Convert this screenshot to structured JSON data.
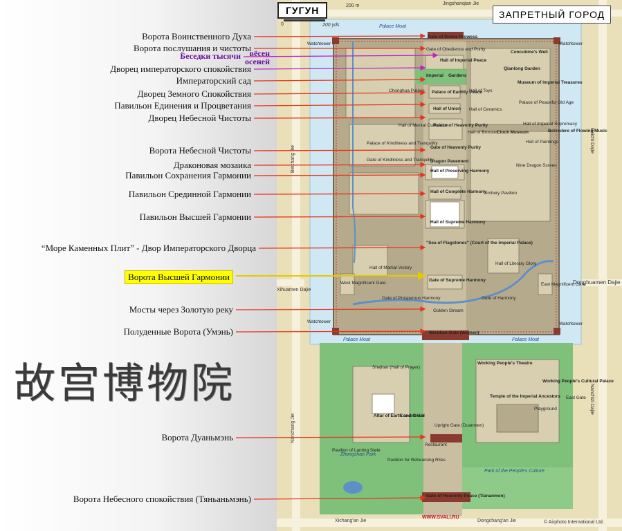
{
  "titles": {
    "gugun": "ГУГУН",
    "forbidden_city": "ЗАПРЕТНЫЙ ГОРОД"
  },
  "scale": {
    "meters": "200 m",
    "yards": "200 yds",
    "zero": "0"
  },
  "calligraphy": "故宫博物院",
  "watermark": "WWW.SVALI.RU",
  "copyright": "© Airphoto International Ltd.",
  "colors": {
    "arrow_red": "#e8331b",
    "arrow_magenta": "#c020c0",
    "arrow_yellow": "#e6c800",
    "moat": "#cfe8f4",
    "park": "#7fc07a",
    "palace_ground": "#b5ab8c",
    "building": "#d8cfb0"
  },
  "labels": [
    {
      "key": "divine_prowess",
      "text": "Ворота Воинственного Духа"
    },
    {
      "key": "obedience",
      "text": "Ворота послушания и чистоты"
    },
    {
      "key": "pavilions",
      "text": "Беседки тысячи"
    },
    {
      "key": "pavilions2",
      "text": "вёсен"
    },
    {
      "key": "pavilions3",
      "text": "осеней"
    },
    {
      "key": "imperial_peace",
      "text": "Дворец императорского спокойствия"
    },
    {
      "key": "imperial_garden",
      "text": "Императорский сад"
    },
    {
      "key": "earthly_peace",
      "text": "Дворец Земного Спокойствия"
    },
    {
      "key": "union",
      "text": "Павильон Единения и Процветания"
    },
    {
      "key": "heavenly_purity",
      "text": "Дворец Небесной Чистоты"
    },
    {
      "key": "gate_heavenly_purity",
      "text": "Ворота Небесной Чистоты"
    },
    {
      "key": "dragon",
      "text": "Драконовая мозаика"
    },
    {
      "key": "preserving",
      "text": "Павильон Сохранения Гармонии"
    },
    {
      "key": "complete",
      "text": "Павильон Срединной Гармонии"
    },
    {
      "key": "supreme_hall",
      "text": "Павильон Высшей Гармонии"
    },
    {
      "key": "sea",
      "text": "“Море Каменных Плит” - Двор Императорского Дворца"
    },
    {
      "key": "supreme_gate",
      "text": "Ворота Высшей Гармонии"
    },
    {
      "key": "bridges",
      "text": "Мосты через Золотую реку"
    },
    {
      "key": "meridian",
      "text": "Полуденные Ворота (Умэнь)"
    },
    {
      "key": "duanmen",
      "text": "Ворота Дуаньмэнь"
    },
    {
      "key": "tiananmen",
      "text": "Ворота Небесного спокойствия (Тяньаньмэнь)"
    }
  ],
  "streets": {
    "jingshanqian": "Jingshanqian Jie",
    "beichang": "Beichang Jie",
    "beichi": "Beichi Dajie",
    "xihuamen": "Xihuamen Dajie",
    "donghuamen": "Donghuamen Dajie",
    "nanchang": "Nanchang Jie",
    "nanchizi": "Nanchizi Dajie",
    "xichangan": "Xichang'an Jie",
    "dongchangan": "Dongchang'an Jie"
  },
  "map_labels": [
    {
      "key": "moat_n",
      "text": "Palace Moat"
    },
    {
      "key": "moat_s1",
      "text": "Palace Moat"
    },
    {
      "key": "moat_s2",
      "text": "Palace Moat"
    },
    {
      "key": "wt_nw",
      "text": "Watchtower"
    },
    {
      "key": "wt_ne",
      "text": "Watchtower"
    },
    {
      "key": "wt_sw",
      "text": "Watchtower"
    },
    {
      "key": "wt_se",
      "text": "Watchtower"
    },
    {
      "key": "g_divine",
      "text": "Gate of Divine Prowess"
    },
    {
      "key": "g_obed",
      "text": "Gate of Obedience and Purity"
    },
    {
      "key": "h_imp_peace",
      "text": "Hall of Imperial Peace"
    },
    {
      "key": "imp_garden1",
      "text": "Imperial"
    },
    {
      "key": "imp_garden2",
      "text": "Gardens"
    },
    {
      "key": "concubine",
      "text": "Concubine's Well"
    },
    {
      "key": "qianlong",
      "text": "Qianlong Garden"
    },
    {
      "key": "chonghua",
      "text": "Chonghua Palace"
    },
    {
      "key": "p_earthly",
      "text": "Palace of Earthly Peace"
    },
    {
      "key": "h_union",
      "text": "Hall of Union"
    },
    {
      "key": "toys",
      "text": "Hall of Toys"
    },
    {
      "key": "museum_treasures",
      "text": "Museum of Imperial Treasures"
    },
    {
      "key": "ceramics",
      "text": "Hall of Ceramics"
    },
    {
      "key": "peaceful_old_age",
      "text": "Palace of Peaceful Old Age"
    },
    {
      "key": "mental",
      "text": "Hall of Mental Cultivation"
    },
    {
      "key": "p_heavenly",
      "text": "Palace of Heavenly Purity"
    },
    {
      "key": "bronzes",
      "text": "Hall of Bronzes"
    },
    {
      "key": "clock",
      "text": "Clock Museum"
    },
    {
      "key": "imp_supremacy",
      "text": "Hall of Imperial Supremacy"
    },
    {
      "key": "flowing_music",
      "text": "Belvedere of Flowing Music"
    },
    {
      "key": "paintings",
      "text": "Hall of Paintings"
    },
    {
      "key": "p_kindliness",
      "text": "Palace of Kindliness and Tranquility"
    },
    {
      "key": "g_heavenly",
      "text": "Gate of Heavenly Purity"
    },
    {
      "key": "g_kindliness",
      "text": "Gate of Kindliness and Tranquility"
    },
    {
      "key": "dragon_pavement",
      "text": "Dragon Pavement"
    },
    {
      "key": "nine_dragon",
      "text": "Nine Dragon Screen"
    },
    {
      "key": "h_preserving",
      "text": "Hall of Preserving Harmony"
    },
    {
      "key": "h_complete",
      "text": "Hall of Complete Harmony"
    },
    {
      "key": "archery",
      "text": "Archery Pavilion"
    },
    {
      "key": "h_supreme",
      "text": "Hall of Supreme Harmony"
    },
    {
      "key": "sea_flagstones",
      "text": "\"Sea of Flagstones\" (Court of the Imperial Palace)"
    },
    {
      "key": "martial",
      "text": "Hall of Martial Victory"
    },
    {
      "key": "literary",
      "text": "Hall of Literary Glory"
    },
    {
      "key": "west_gate",
      "text": "West Magnificent Gate"
    },
    {
      "key": "g_supreme",
      "text": "Gate of Supreme Harmony"
    },
    {
      "key": "east_gate",
      "text": "East Magnificent Gate"
    },
    {
      "key": "g_prosperous",
      "text": "Gate of Prosperous Harmony"
    },
    {
      "key": "g_harmony",
      "text": "Gate of Harmony"
    },
    {
      "key": "golden_stream",
      "text": "Golden Stream"
    },
    {
      "key": "meridian_gate",
      "text": "Meridian Gate (Wumen)"
    },
    {
      "key": "working_theatre",
      "text": "Working People's Theatre"
    },
    {
      "key": "shejitan",
      "text": "Shejitan (Hall of Prayer)"
    },
    {
      "key": "working_palace",
      "text": "Working People's Cultural Palace"
    },
    {
      "key": "east_gate2",
      "text": "East Gate"
    },
    {
      "key": "altar",
      "text": "Altar of Earth and Grain"
    },
    {
      "key": "concert",
      "text": "Concert Hall"
    },
    {
      "key": "temple_ancestors",
      "text": "Temple of the Imperial Ancestors"
    },
    {
      "key": "playground",
      "text": "Playground"
    },
    {
      "key": "upright_gate",
      "text": "Upright Gate (Duanmen)"
    },
    {
      "key": "restaurant",
      "text": "Restaurant"
    },
    {
      "key": "zhongshan",
      "text": "Zhongshan Park"
    },
    {
      "key": "lanting",
      "text": "Pavilion of Lanting Stele"
    },
    {
      "key": "rehearsing",
      "text": "Pavilion for Rehearsing Rites"
    },
    {
      "key": "peoples_culture",
      "text": "Park of the People's Culture"
    },
    {
      "key": "g_heavenly_peace",
      "text": "Gate of Heavenly Peace (Tiananmen)"
    }
  ]
}
